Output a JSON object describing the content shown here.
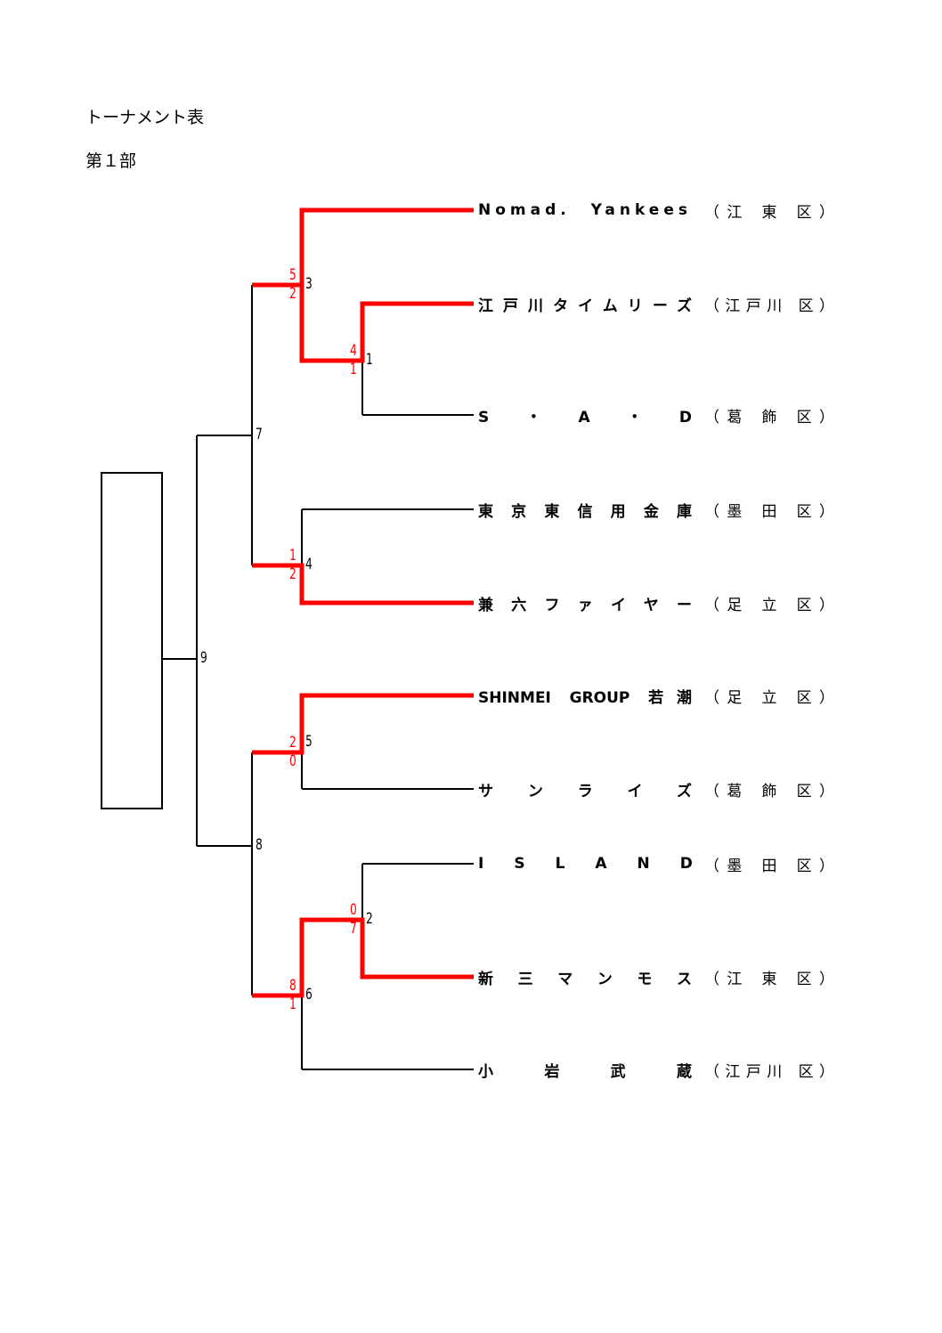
{
  "header": {
    "title": "トーナメント表",
    "division": "第１部"
  },
  "colors": {
    "winner": "#ff0000",
    "line": "#000000"
  },
  "teams": [
    {
      "name": "Nomad. Yankees",
      "district": "（江 東 区）",
      "winner": true
    },
    {
      "name": "江戸川タイムリーズ",
      "district": "（江戸川 区）",
      "winner": true
    },
    {
      "name": "S・A・D",
      "district": "（葛 飾 区）",
      "winner": false
    },
    {
      "name": "東京東信用金庫",
      "district": "（墨 田 区）",
      "winner": false
    },
    {
      "name": "兼六ファイヤー",
      "district": "（足 立 区）",
      "winner": true
    },
    {
      "name": "SHINMEI GROUP 若潮",
      "district": "（足 立 区）",
      "winner": true
    },
    {
      "name": "サンライズ",
      "district": "（葛 飾 区）",
      "winner": false
    },
    {
      "name": "ISLAND",
      "district": "（墨 田 区）",
      "winner": false
    },
    {
      "name": "新三マンモス",
      "district": "（江 東 区）",
      "winner": true
    },
    {
      "name": "小岩武蔵",
      "district": "（江戸川 区）",
      "winner": false
    }
  ],
  "matches": [
    {
      "id": "1",
      "score_top": "4",
      "score_bottom": "1"
    },
    {
      "id": "2",
      "score_top": "0",
      "score_bottom": "7"
    },
    {
      "id": "3",
      "score_top": "5",
      "score_bottom": "2"
    },
    {
      "id": "4",
      "score_top": "1",
      "score_bottom": "2"
    },
    {
      "id": "5",
      "score_top": "2",
      "score_bottom": "0"
    },
    {
      "id": "6",
      "score_top": "8",
      "score_bottom": "1"
    },
    {
      "id": "7"
    },
    {
      "id": "8"
    },
    {
      "id": "9"
    }
  ]
}
